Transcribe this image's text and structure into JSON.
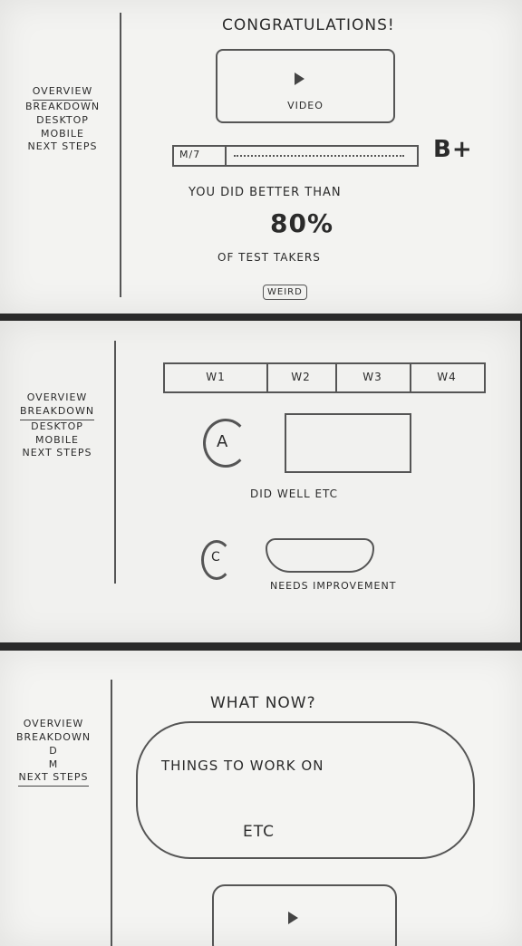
{
  "screen1": {
    "nav": [
      "Overview",
      "Breakdown",
      "Desktop",
      "Mobile",
      "Next Steps"
    ],
    "title": "Congratulations!",
    "video_label": "Video",
    "progress_label": "M/7",
    "grade": "B+",
    "better_than": "You did better than",
    "percent": "80%",
    "of_test_takers": "of test takers",
    "button": "Weird"
  },
  "screen2": {
    "nav": [
      "Overview",
      "Breakdown",
      "Desktop",
      "Mobile",
      "Next Steps"
    ],
    "tabs": [
      "W1",
      "W2",
      "W3",
      "W4"
    ],
    "grade_a": "A",
    "did_well": "Did well etc",
    "grade_c": "C",
    "needs_improvement": "Needs improvement"
  },
  "screen3": {
    "nav": [
      "Overview",
      "Breakdown",
      "D",
      "M",
      "Next Steps"
    ],
    "title": "What now?",
    "things": "Things to work on",
    "etc": "Etc"
  }
}
